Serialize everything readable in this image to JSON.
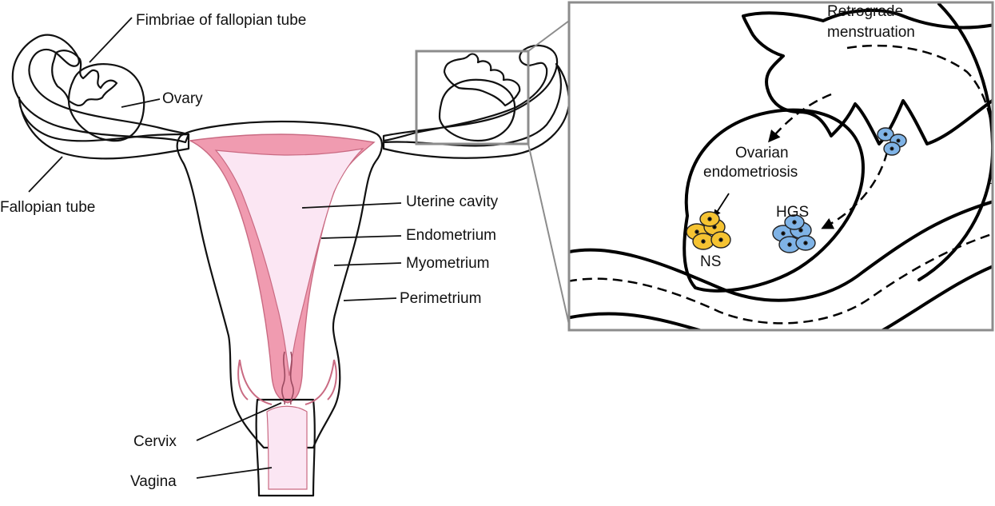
{
  "colors": {
    "tissue": "#fce8e4",
    "ovary": "#f9d5dd",
    "uterus_body": "#f8d3da",
    "endometrium": "#f09bb0",
    "cavity": "#fbe6f3",
    "ns_cells": "#f5c332",
    "hgs_cells": "#7fb3e6",
    "frame": "#8c8c8c"
  },
  "labels": {
    "fimbriae": "Fimbriae of fallopian tube",
    "ovary": "Ovary",
    "fallopian_tube": "Fallopian tube",
    "uterine_cavity": "Uterine cavity",
    "endometrium": "Endometrium",
    "myometrium": "Myometrium",
    "perimetrium": "Perimetrium",
    "cervix": "Cervix",
    "vagina": "Vagina"
  },
  "inset": {
    "retrograde_line1": "Retrograde",
    "retrograde_line2": "menstruation",
    "ovarian_line1": "Ovarian",
    "ovarian_line2": "endometriosis",
    "hgs": "HGS",
    "ns": "NS"
  }
}
